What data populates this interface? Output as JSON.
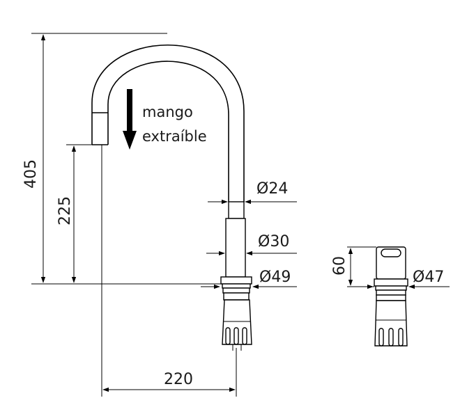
{
  "labels": {
    "note_line1": "mango",
    "note_line2": "extraíble",
    "height_total": "405",
    "height_spout": "225",
    "reach": "220",
    "dia_spout": "Ø24",
    "dia_body": "Ø30",
    "dia_base": "Ø49",
    "side_height": "60",
    "side_dia_base": "Ø47"
  }
}
